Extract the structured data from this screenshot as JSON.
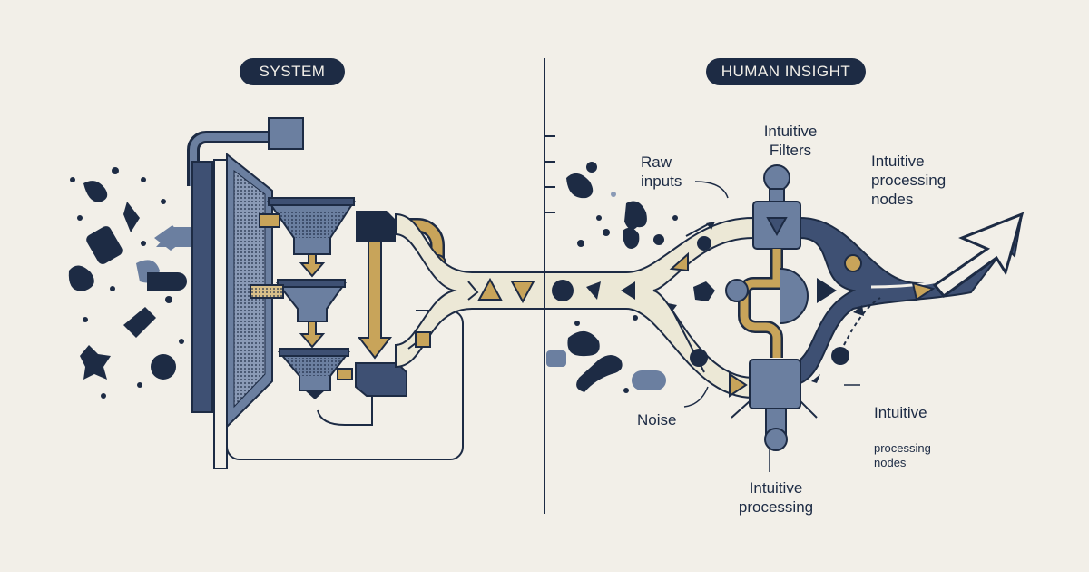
{
  "headers": {
    "system": "SYSTEM",
    "human_insight": "HUMAN INSIGHT"
  },
  "labels": {
    "raw_inputs": "Raw\ninputs",
    "intuitive_filters": "Intuitive\nFilters",
    "intuitive_processing_nodes_top": "Intuitive\nprocessing\nnodes",
    "noise": "Noise",
    "intuitive_processing_nodes_bottom_line1": "Intuitive",
    "intuitive_processing_nodes_bottom_line2": "processing\nnodes",
    "intuitive_processing": "Intuitive\nprocessing"
  },
  "colors": {
    "background": "#f2efe8",
    "navy": "#1d2b44",
    "slate": "#6b7fa0",
    "gold": "#c8a45a",
    "cream_track": "#ece8d6"
  }
}
